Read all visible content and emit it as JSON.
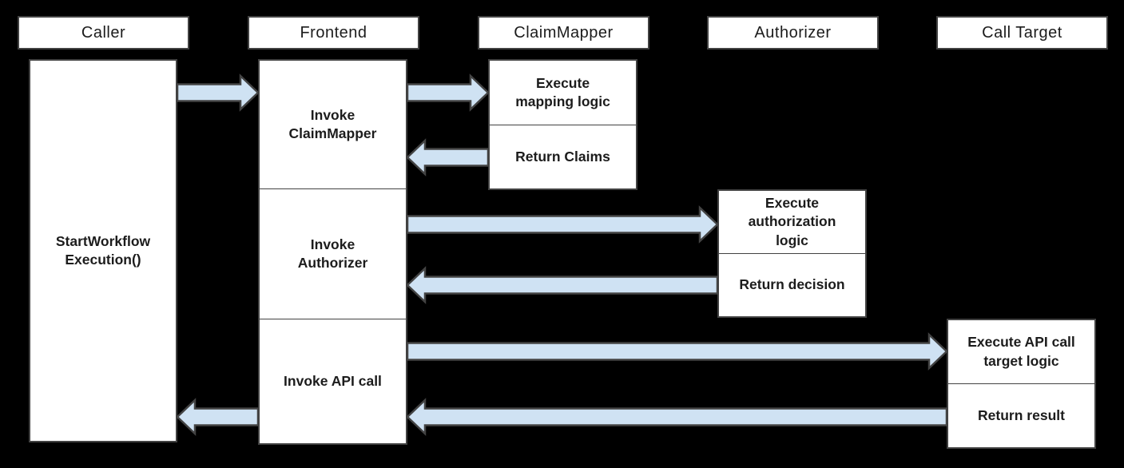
{
  "diagram": {
    "kind": "sequence-diagram",
    "lanes": [
      {
        "id": "caller",
        "header": "Caller",
        "boxes": [
          "StartWorkflow\nExecution()"
        ]
      },
      {
        "id": "frontend",
        "header": "Frontend",
        "boxes": [
          "Invoke\nClaimMapper",
          "Invoke\nAuthorizer",
          "Invoke API call"
        ]
      },
      {
        "id": "claimmapper",
        "header": "ClaimMapper",
        "boxes": [
          "Execute\nmapping logic",
          "Return Claims"
        ]
      },
      {
        "id": "authorizer",
        "header": "Authorizer",
        "boxes": [
          "Execute\nauthorization\nlogic",
          "Return decision"
        ]
      },
      {
        "id": "calltarget",
        "header": "Call Target",
        "boxes": [
          "Execute API call\ntarget logic",
          "Return result"
        ]
      }
    ],
    "arrows": [
      {
        "name": "arrow-caller-to-frontend",
        "from": "Caller",
        "to": "Frontend"
      },
      {
        "name": "arrow-frontend-to-claimmapper",
        "from": "Frontend",
        "to": "ClaimMapper"
      },
      {
        "name": "arrow-claimmapper-to-frontend",
        "from": "ClaimMapper",
        "to": "Frontend"
      },
      {
        "name": "arrow-frontend-to-authorizer",
        "from": "Frontend",
        "to": "Authorizer"
      },
      {
        "name": "arrow-authorizer-to-frontend",
        "from": "Authorizer",
        "to": "Frontend"
      },
      {
        "name": "arrow-frontend-to-calltarget",
        "from": "Frontend",
        "to": "Call Target"
      },
      {
        "name": "arrow-calltarget-to-frontend",
        "from": "Call Target",
        "to": "Frontend"
      },
      {
        "name": "arrow-frontend-to-caller",
        "from": "Frontend",
        "to": "Caller"
      }
    ],
    "colors": {
      "background": "#000000",
      "box_fill": "#ffffff",
      "box_border": "#424242",
      "arrow_fill": "#cfe2f3",
      "arrow_stroke": "#434343",
      "text": "#1c1c1c"
    }
  }
}
